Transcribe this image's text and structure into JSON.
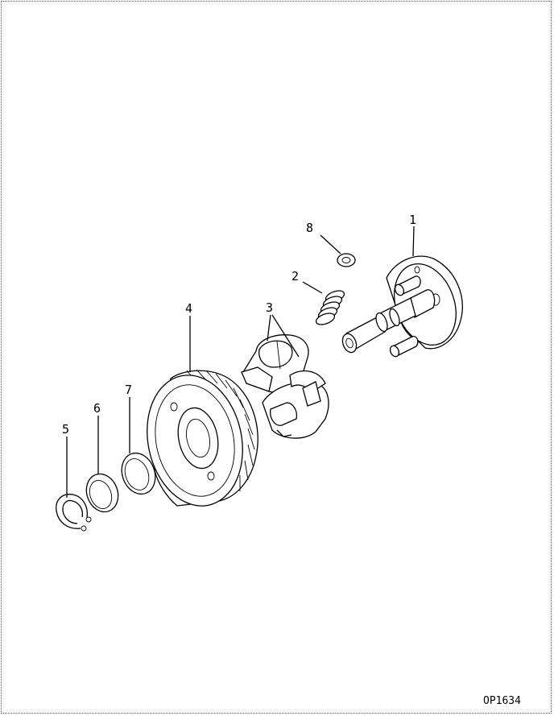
{
  "figure": {
    "drawing_code": "OP1634",
    "callouts": [
      "1",
      "2",
      "3",
      "4",
      "5",
      "6",
      "7",
      "8"
    ]
  }
}
